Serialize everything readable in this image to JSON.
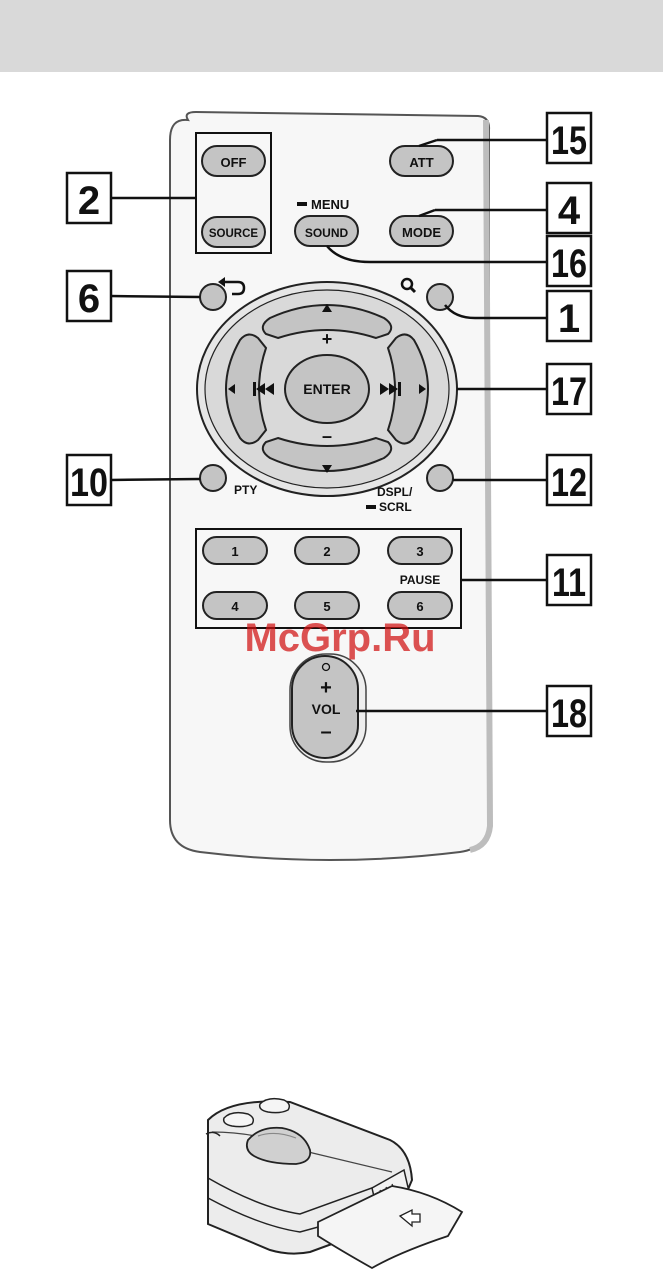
{
  "remote": {
    "buttons": {
      "off": "OFF",
      "source": "SOURCE",
      "att": "ATT",
      "menu": "MENU",
      "sound": "SOUND",
      "mode": "MODE",
      "enter": "ENTER",
      "plus": "+",
      "minus": "–",
      "pty": "PTY",
      "dspl": "DSPL/",
      "scrl": "SCRL",
      "pause": "PAUSE",
      "num1": "1",
      "num2": "2",
      "num3": "3",
      "num4": "4",
      "num5": "5",
      "num6": "6",
      "vol": "VOL",
      "vol_plus": "+",
      "vol_minus": "–"
    }
  },
  "callouts": {
    "c2": "2",
    "c15": "15",
    "c4": "4",
    "c16": "16",
    "c6": "6",
    "c1": "1",
    "c17": "17",
    "c10": "10",
    "c12": "12",
    "c11": "11",
    "c18": "18"
  },
  "watermark": "McGrp.Ru",
  "colors": {
    "button_fill": "#c4c4c4",
    "body_fill": "#f7f7f7",
    "header_band": "#d9d9d9"
  }
}
